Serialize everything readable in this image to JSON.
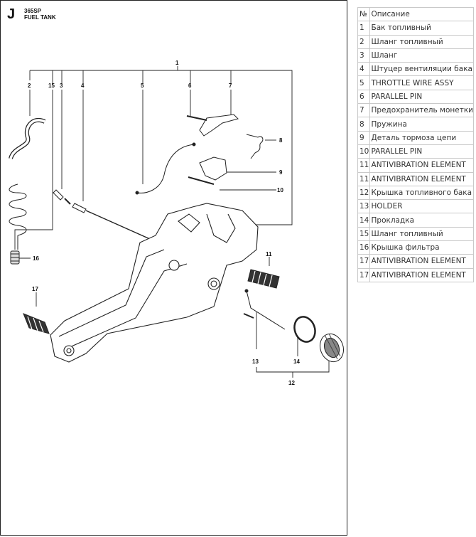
{
  "diagram": {
    "section": "J",
    "model": "365SP",
    "subtitle": "FUEL TANK",
    "callouts": [
      {
        "id": "c1",
        "label": "1"
      },
      {
        "id": "c2",
        "label": "2"
      },
      {
        "id": "c15",
        "label": "15"
      },
      {
        "id": "c3",
        "label": "3"
      },
      {
        "id": "c4",
        "label": "4"
      },
      {
        "id": "c5",
        "label": "5"
      },
      {
        "id": "c6",
        "label": "6"
      },
      {
        "id": "c7",
        "label": "7"
      },
      {
        "id": "c8",
        "label": "8"
      },
      {
        "id": "c9",
        "label": "9"
      },
      {
        "id": "c10",
        "label": "10"
      },
      {
        "id": "c11",
        "label": "11"
      },
      {
        "id": "c16",
        "label": "16"
      },
      {
        "id": "c17",
        "label": "17"
      },
      {
        "id": "c13",
        "label": "13"
      },
      {
        "id": "c14",
        "label": "14"
      },
      {
        "id": "c12",
        "label": "12"
      }
    ]
  },
  "table": {
    "header": {
      "num": "№",
      "desc": "Описание"
    },
    "rows": [
      {
        "num": "1",
        "desc": "Бак топливный"
      },
      {
        "num": "2",
        "desc": "Шланг топливный"
      },
      {
        "num": "3",
        "desc": "Шланг"
      },
      {
        "num": "4",
        "desc": "Штуцер вентиляции бака"
      },
      {
        "num": "5",
        "desc": "THROTTLE WIRE ASSY"
      },
      {
        "num": "6",
        "desc": "PARALLEL PIN"
      },
      {
        "num": "7",
        "desc": "Предохранитель монетки"
      },
      {
        "num": "8",
        "desc": "Пружина"
      },
      {
        "num": "9",
        "desc": "Деталь тормоза цепи"
      },
      {
        "num": "10",
        "desc": "PARALLEL PIN"
      },
      {
        "num": "11",
        "desc": "ANTIVIBRATION ELEMENT"
      },
      {
        "num": "11",
        "desc": "ANTIVIBRATION ELEMENT"
      },
      {
        "num": "12",
        "desc": "Крышка топливного бака"
      },
      {
        "num": "13",
        "desc": "HOLDER"
      },
      {
        "num": "14",
        "desc": "Прокладка"
      },
      {
        "num": "15",
        "desc": "Шланг топливный"
      },
      {
        "num": "16",
        "desc": "Крышка фильтра"
      },
      {
        "num": "17",
        "desc": "ANTIVIBRATION ELEMENT"
      },
      {
        "num": "17",
        "desc": "ANTIVIBRATION ELEMENT"
      }
    ]
  }
}
